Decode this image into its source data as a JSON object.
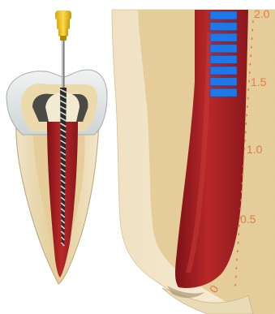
{
  "illustration": {
    "left_panel": "tooth-with-endodontic-file",
    "right_panel": "magnified-root-canal-section"
  },
  "colors": {
    "file_handle": "#f2c832",
    "canal": "#a41e22",
    "dentin": "#e9d2a0",
    "enamel": "#dfe2e2",
    "scale_blocks": "#1f78e8",
    "scale_text": "#e07a48"
  },
  "scale": {
    "labels": [
      "2.0",
      "1.5",
      "1.0",
      "0.5",
      "0"
    ],
    "block_count": 8
  }
}
